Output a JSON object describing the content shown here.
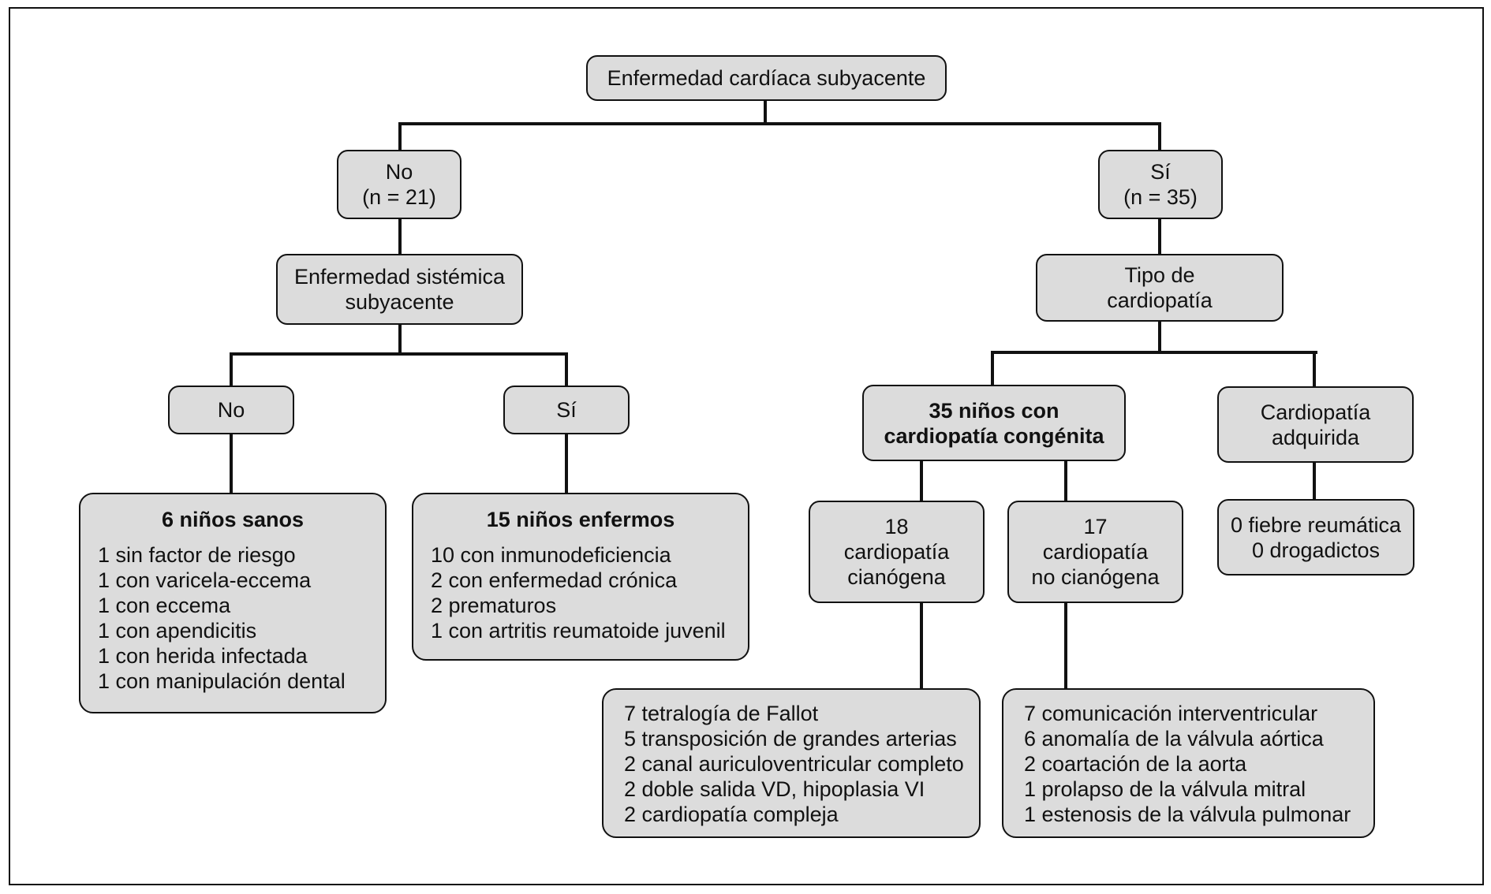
{
  "figure": {
    "type": "flowchart",
    "language": "es",
    "colors": {
      "background": "#ffffff",
      "box_fill": "#dcdcdc",
      "box_border": "#111111",
      "connector": "#111111",
      "text": "#111111"
    },
    "tree": {
      "root": "Enfermedad cardíaca subyacente",
      "left": {
        "answer": "No",
        "n": "(n = 21)",
        "question_line1": "Enfermedad sistémica",
        "question_line2": "subyacente",
        "no": {
          "label": "No",
          "heading": "6 niños sanos",
          "items": [
            "1 sin factor de riesgo",
            "1 con varicela-eccema",
            "1 con eccema",
            "1 con apendicitis",
            "1 con herida infectada",
            "1 con manipulación dental"
          ]
        },
        "yes": {
          "label": "Sí",
          "heading": "15 niños enfermos",
          "items": [
            "10 con inmunodeficiencia",
            "2 con enfermedad crónica",
            "2 prematuros",
            "1 con artritis reumatoide juvenil"
          ]
        }
      },
      "right": {
        "answer": "Sí",
        "n": "(n = 35)",
        "question_line1": "Tipo de",
        "question_line2": "cardiopatía",
        "congenital": {
          "heading_line1": "35 niños con",
          "heading_line2": "cardiopatía congénita",
          "cyanotic": {
            "line1": "18",
            "line2": "cardiopatía",
            "line3": "cianógena",
            "items": [
              "7 tetralogía de Fallot",
              "5 transposición de grandes arterias",
              "2 canal auriculoventricular completo",
              "2 doble salida VD, hipoplasia VI",
              "2 cardiopatía compleja"
            ]
          },
          "acyanotic": {
            "line1": "17",
            "line2": "cardiopatía",
            "line3": "no cianógena",
            "items": [
              "7 comunicación interventricular",
              "6 anomalía de la válvula aórtica",
              "2 coartación de la aorta",
              "1 prolapso de la válvula mitral",
              "1 estenosis de la válvula pulmonar"
            ]
          }
        },
        "acquired": {
          "line1": "Cardiopatía",
          "line2": "adquirida",
          "items": [
            "0 fiebre reumática",
            "0 drogadictos"
          ]
        }
      }
    }
  }
}
